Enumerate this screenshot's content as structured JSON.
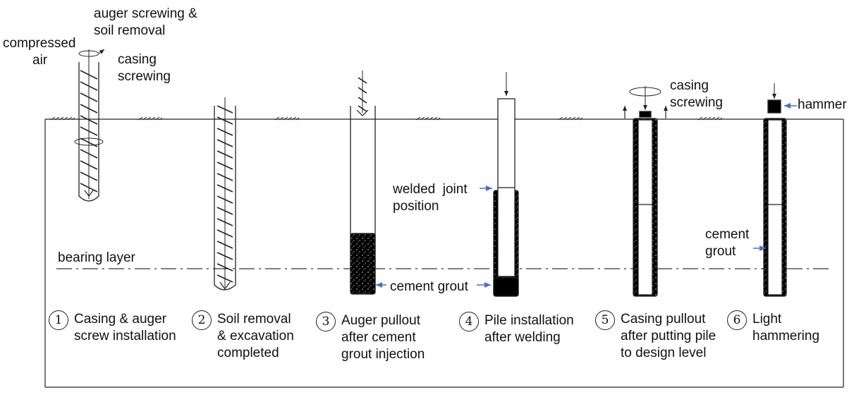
{
  "labels": {
    "compressed_air": [
      "compressed",
      "air"
    ],
    "auger_screwing": [
      "auger screwing &",
      "soil removal"
    ],
    "casing_screwing_1": [
      "casing",
      "screwing"
    ],
    "casing_screwing_5": [
      "casing",
      "screwing"
    ],
    "bearing_layer": "bearing layer",
    "welded_joint": [
      "welded  joint",
      "position"
    ],
    "cement_grout_3": "cement grout",
    "cement_grout_6": [
      "cement",
      "grout"
    ],
    "hammer": "hammer"
  },
  "steps": [
    {
      "num": "1",
      "lines": [
        "Casing & auger",
        "screw installation"
      ]
    },
    {
      "num": "2",
      "lines": [
        "Soil removal",
        "& excavation",
        "completed"
      ]
    },
    {
      "num": "3",
      "lines": [
        "Auger pullout",
        "after cement",
        "grout injection"
      ]
    },
    {
      "num": "4",
      "lines": [
        "Pile installation",
        "after welding"
      ]
    },
    {
      "num": "5",
      "lines": [
        "Casing pullout",
        "after putting pile",
        "to design level"
      ]
    },
    {
      "num": "6",
      "lines": [
        "Light",
        "hammering"
      ]
    }
  ],
  "colors": {
    "line": "#222222",
    "arrow": "#4472c4",
    "grout": "#000000"
  }
}
